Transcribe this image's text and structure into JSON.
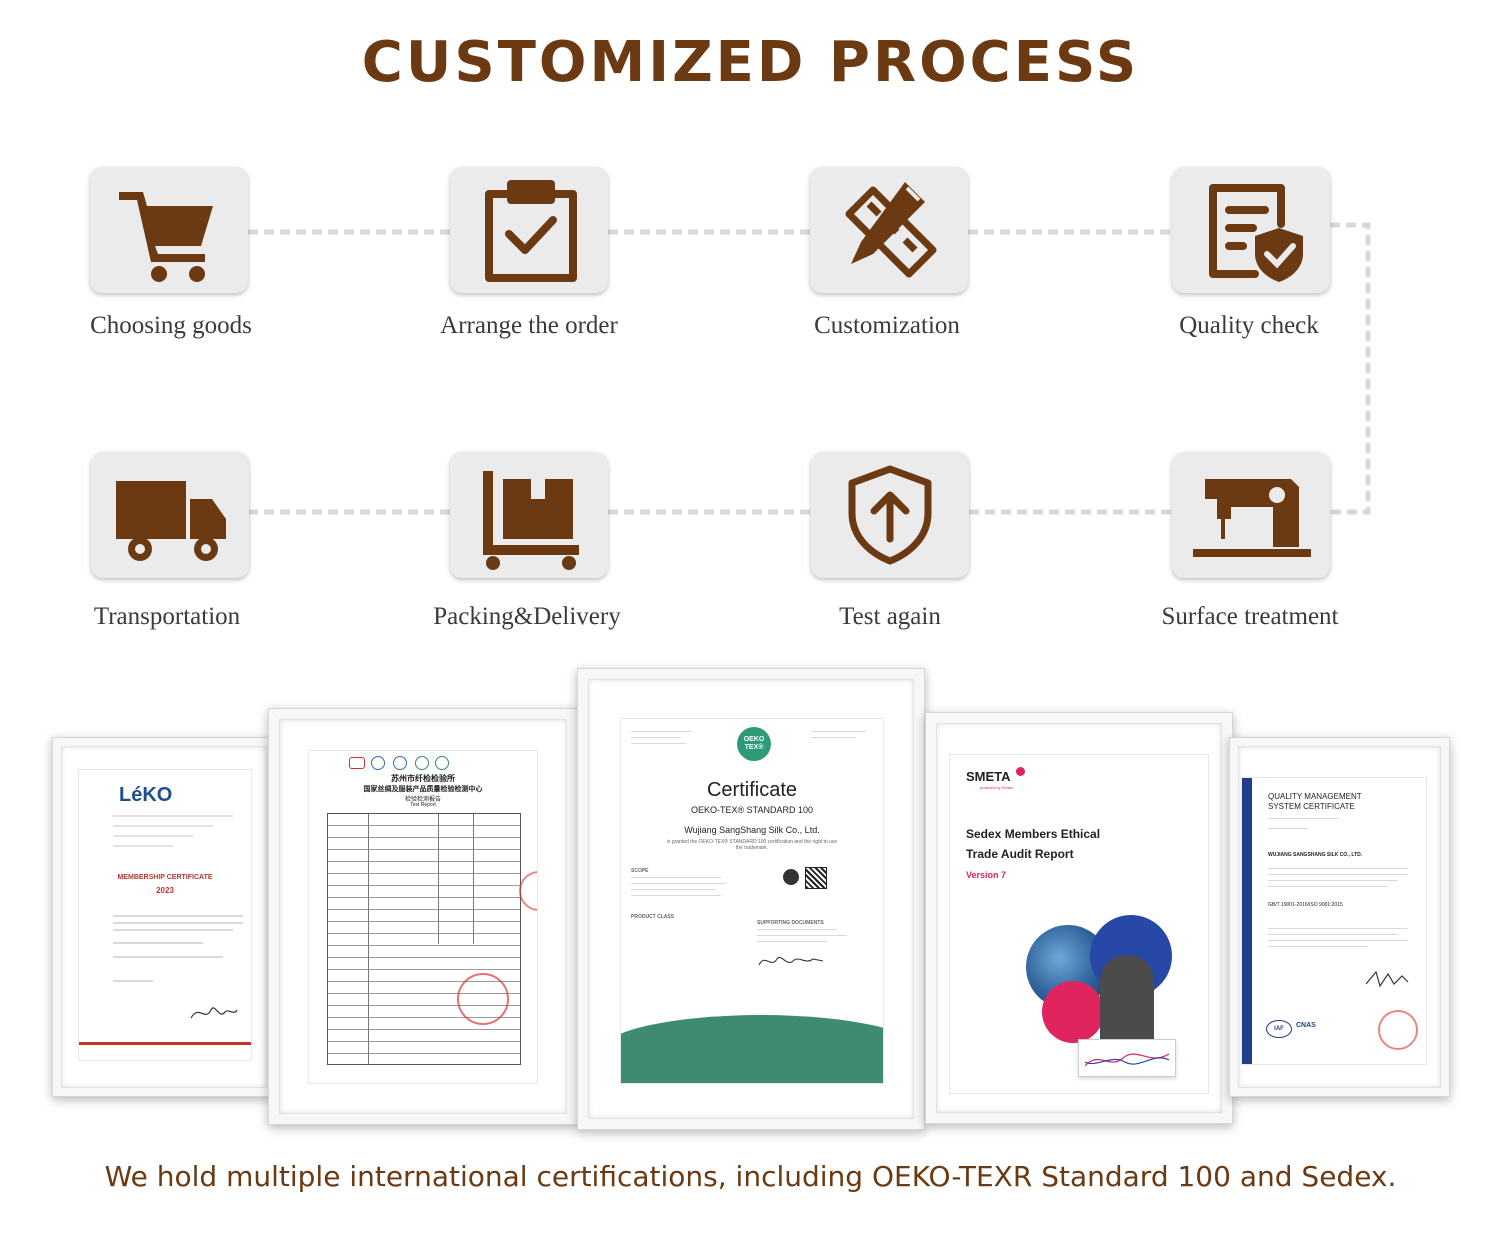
{
  "title": "CUSTOMIZED PROCESS",
  "brand_color": "#6b3a12",
  "steps": [
    {
      "label": "Choosing goods",
      "icon": "shopping-cart-icon"
    },
    {
      "label": "Arrange the order",
      "icon": "clipboard-check-icon"
    },
    {
      "label": "Customization",
      "icon": "pencil-ruler-icon"
    },
    {
      "label": "Quality check",
      "icon": "document-shield-icon"
    },
    {
      "label": "Transportation",
      "icon": "delivery-truck-icon"
    },
    {
      "label": "Packing&Delivery",
      "icon": "package-cart-icon"
    },
    {
      "label": "Test again",
      "icon": "shield-arrow-icon"
    },
    {
      "label": "Surface treatment",
      "icon": "sewing-machine-icon"
    }
  ],
  "certificates": {
    "leko": {
      "logo": "LéKO",
      "heading": "MEMBERSHIP CERTIFICATE",
      "year": "2023"
    },
    "test_report": {
      "title": "苏州市纤检检验所",
      "subtitle": "国家丝绸及服装产品质量检验检测中心",
      "subtitle2": "检验检测报告",
      "report_label": "Test Report"
    },
    "oeko": {
      "logo_line1": "OEKO",
      "logo_line2": "TEX®",
      "heading": "Certificate",
      "standard": "OEKO-TEX® STANDARD 100",
      "company": "Wujiang SangShang Silk Co., Ltd.",
      "granted": "is granted the OEKO-TEX® STANDARD 100 certification and the right to use the trademark.",
      "scope": "SCOPE",
      "product_class": "PRODUCT CLASS",
      "supporting": "SUPPORTING DOCUMENTS"
    },
    "smeta": {
      "logo": "SMETA",
      "powered": "powered by Sedex",
      "title_line1": "Sedex Members Ethical",
      "title_line2": "Trade Audit Report",
      "version": "Version 7"
    },
    "qms": {
      "title_line1": "QUALITY MANAGEMENT",
      "title_line2": "SYSTEM CERTIFICATE",
      "company": "WUJIANG SANGSHANG SILK CO., LTD.",
      "standard": "GB/T 19001-2016/ISO 9001:2015",
      "badge1": "IAF",
      "badge2": "CNAS"
    }
  },
  "footer": "We hold multiple international certifications, including OEKO-TEXR Standard 100 and Sedex."
}
